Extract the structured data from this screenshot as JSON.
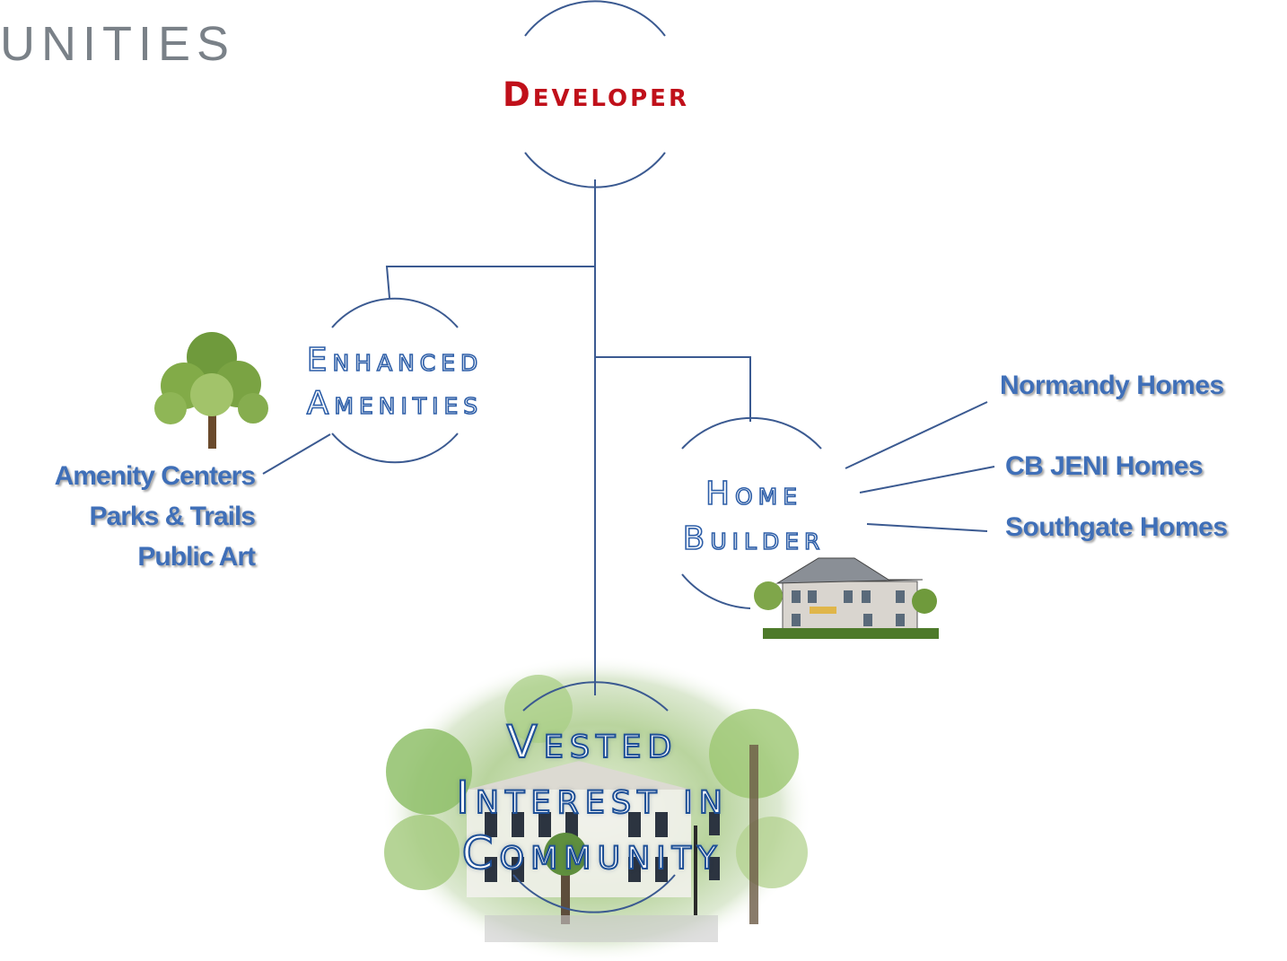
{
  "logo_text": "UNITIES",
  "nodes": {
    "developer": "Developer",
    "enhanced_amenities": [
      "Enhanced",
      "Amenities"
    ],
    "home_builder": [
      "Home",
      "Builder"
    ],
    "vested_interest": [
      "Vested",
      "Interest in",
      "Community"
    ]
  },
  "amenities": [
    "Amenity Centers",
    "Parks & Trails",
    "Public Art"
  ],
  "builders": [
    "Normandy Homes",
    "CB JENI Homes",
    "Southgate Homes"
  ],
  "colors": {
    "developer": "#c0101a",
    "connector": "#3b5a91",
    "label": "#3f6fb8",
    "logo": "#7a8188"
  },
  "images": [
    "tree-illustration",
    "house-illustration",
    "community-street-illustration"
  ]
}
